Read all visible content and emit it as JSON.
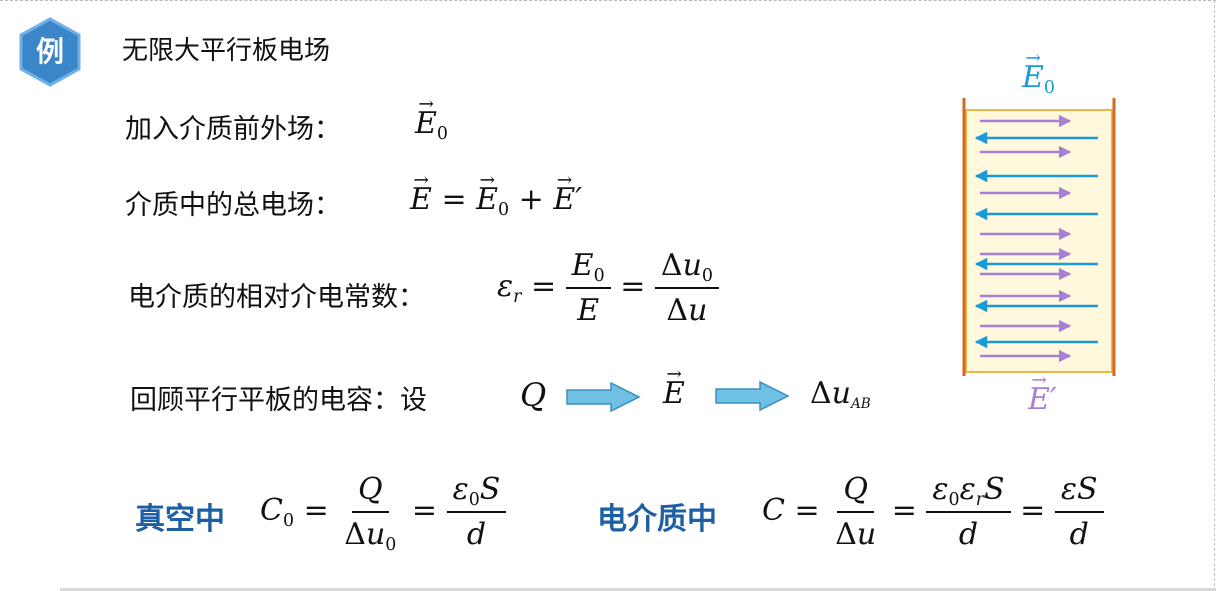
{
  "badge": {
    "text": "例"
  },
  "title": "无限大平行板电场",
  "rows": {
    "external_field": {
      "label": "加入介质前外场："
    },
    "total_field": {
      "label": "介质中的总电场："
    },
    "permittivity": {
      "label": "电介质的相对介电常数："
    },
    "recall": {
      "label": "回顾平行平板的电容：设"
    }
  },
  "sections": {
    "vacuum": {
      "label": "真空中"
    },
    "dielectric": {
      "label": "电介质中"
    }
  },
  "diagram": {
    "label_E0": "E",
    "label_E0_sub": "0",
    "label_Eprime": "E′",
    "colors": {
      "plate": "#d2691e",
      "fill": "#fff8dc",
      "border": "#e8b84a",
      "arrow_blue": "#1a9ad6",
      "arrow_purple": "#a77fd6"
    }
  },
  "colors": {
    "accent_blue": "#1d5fa4",
    "badge": "#3a86c8"
  }
}
